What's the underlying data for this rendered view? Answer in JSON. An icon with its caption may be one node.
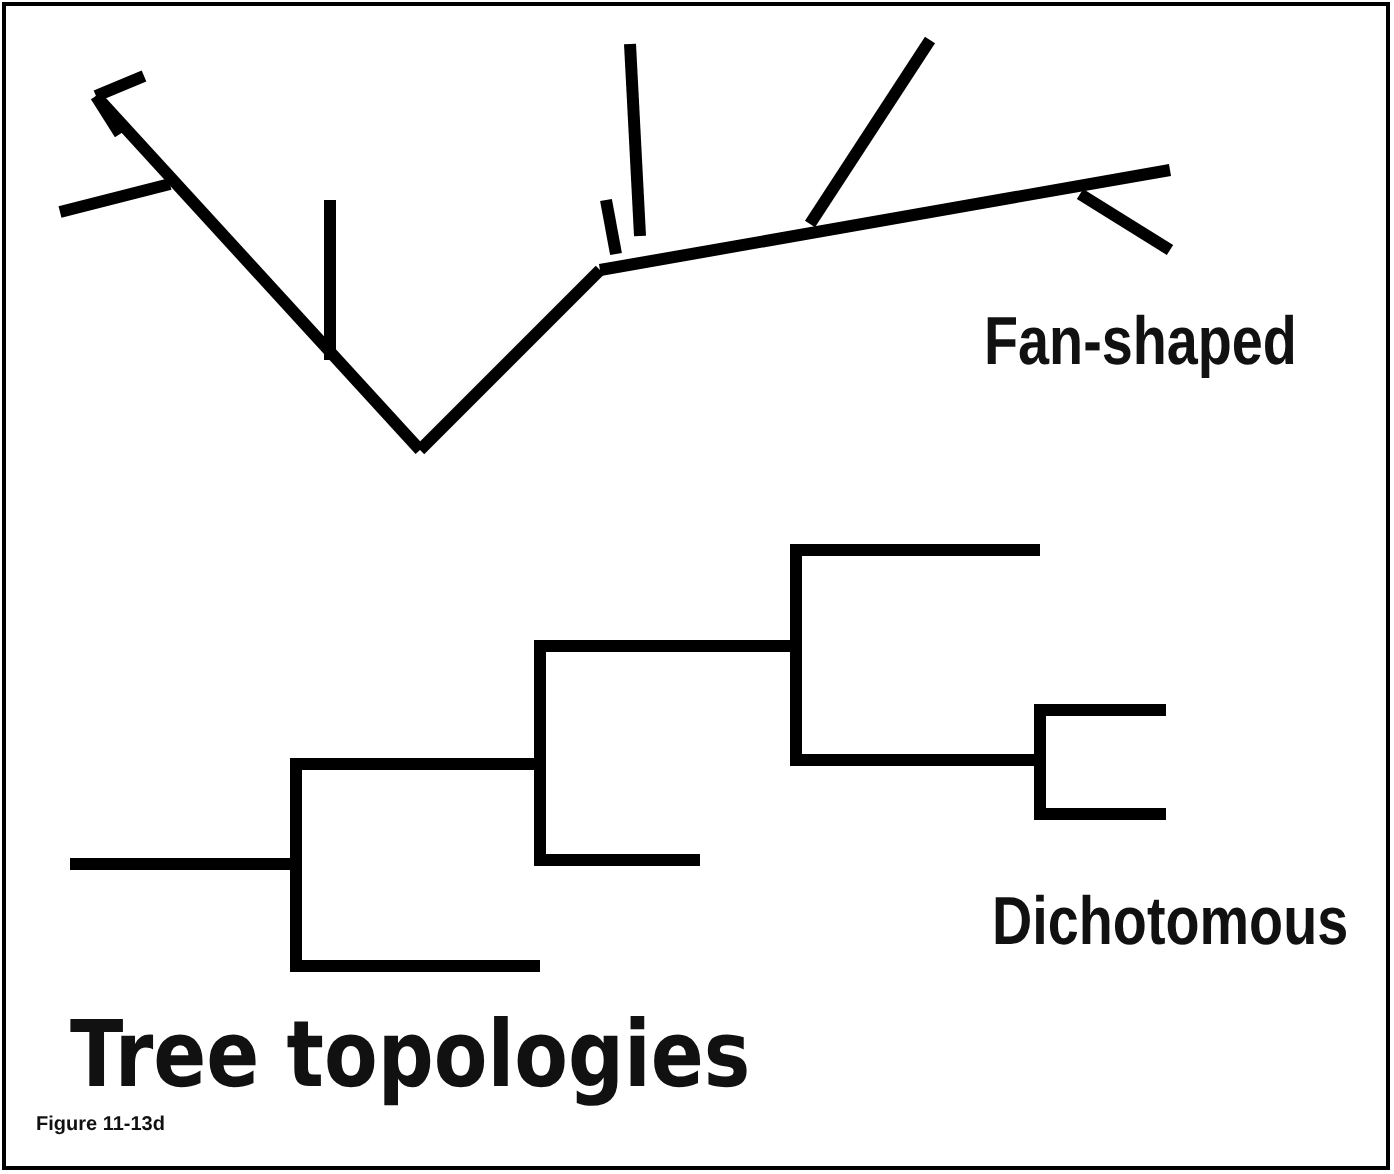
{
  "diagram": {
    "title": "Tree topologies",
    "labels": [
      "Fan-shaped",
      "Dichotomous",
      "Figure 11-13d"
    ]
  }
}
